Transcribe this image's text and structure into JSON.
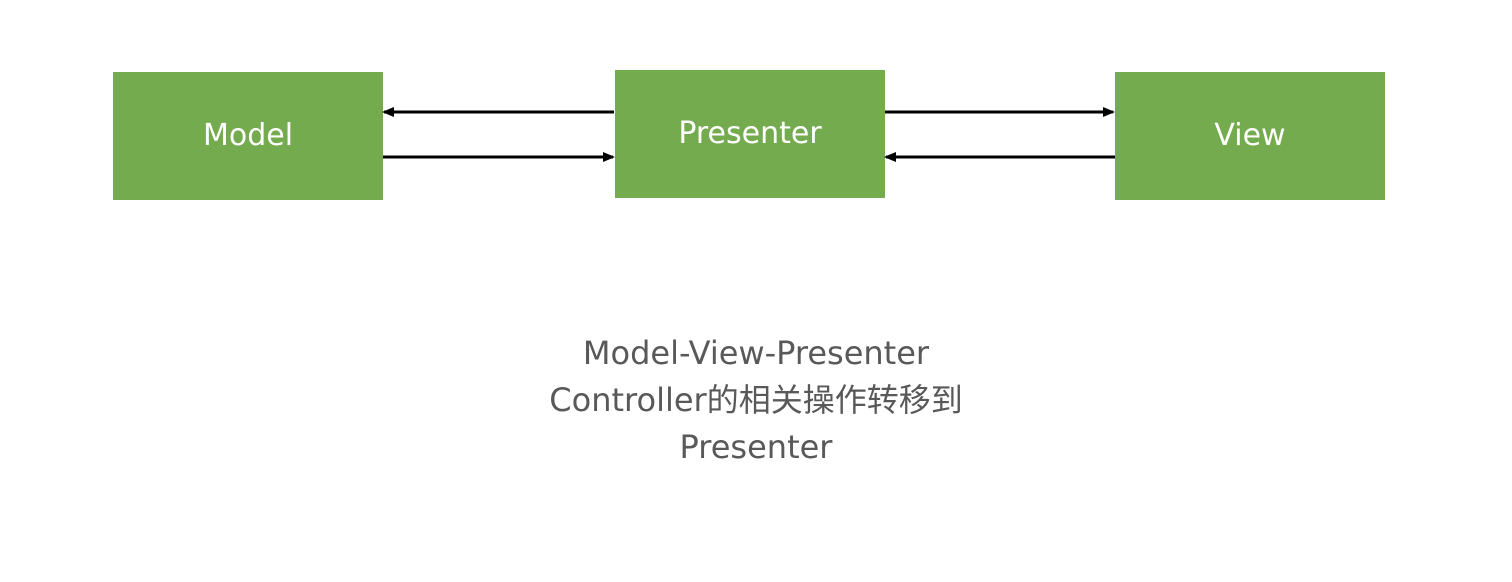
{
  "nodes": {
    "model": {
      "label": "Model"
    },
    "presenter": {
      "label": "Presenter"
    },
    "view": {
      "label": "View"
    }
  },
  "edges": [
    {
      "from": "presenter",
      "to": "model"
    },
    {
      "from": "model",
      "to": "presenter"
    },
    {
      "from": "presenter",
      "to": "view"
    },
    {
      "from": "view",
      "to": "presenter"
    }
  ],
  "caption": {
    "line1": "Model-View-Presenter",
    "line2": "Controller的相关操作转移到",
    "line3": "Presenter"
  },
  "colors": {
    "box_fill": "#74ab4f",
    "box_text": "#ffffff",
    "arrow": "#000000",
    "caption_text": "#595959"
  }
}
